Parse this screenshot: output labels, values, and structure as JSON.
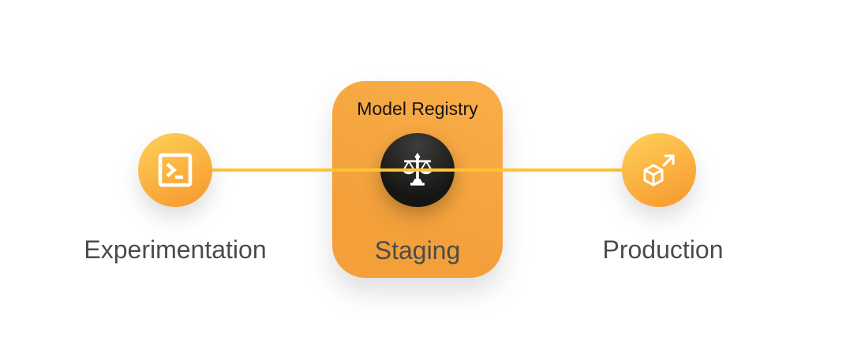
{
  "diagram": {
    "stages": {
      "experimentation": {
        "label": "Experimentation",
        "icon": "terminal-icon"
      },
      "staging": {
        "label": "Staging",
        "panel_title": "Model Registry",
        "icon": "balance-scales-icon"
      },
      "production": {
        "label": "Production",
        "icon": "cube-launch-icon"
      }
    },
    "colors": {
      "background": "#ffffff",
      "connector": "#fdc62f",
      "node-grad-start": "#ffd158",
      "node-grad-end": "#f7992f",
      "panel-grad-start": "#f9ae49",
      "panel-grad-end": "#f3a03b",
      "dark-circle-start": "#3e3d3b",
      "dark-circle-end": "#151514",
      "label": "#4b4b4b",
      "panel-title": "#141414",
      "icon": "#ffffff"
    }
  }
}
